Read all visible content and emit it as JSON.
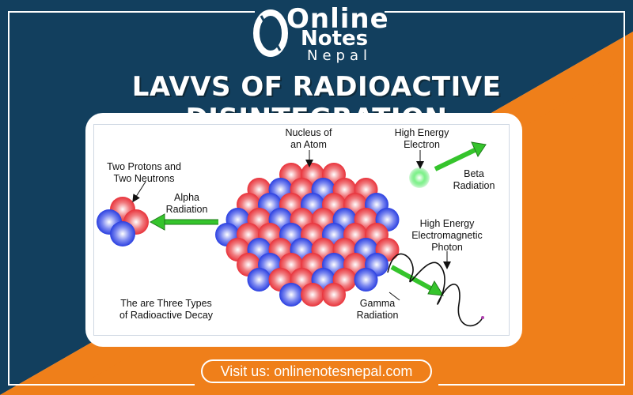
{
  "brand": {
    "logo_line1": "Online",
    "logo_line2": "Notes",
    "logo_line3": "Nepal",
    "colors": {
      "navy": "#123f5e",
      "orange": "#ef7f1a",
      "white": "#ffffff"
    }
  },
  "title": "LAVVS OF RADIOACTIVE DISINTEGRATION",
  "diagram": {
    "labels": {
      "two_protons": "Two Protons and\nTwo Neutrons",
      "alpha": "Alpha\nRadiation",
      "nucleus": "Nucleus of\nan Atom",
      "high_energy_electron": "High Energy\nElectron",
      "beta": "Beta\nRadiation",
      "high_energy_photon": "High Energy\nElectromagnetic\nPhoton",
      "gamma": "Gamma\nRadiation",
      "three_types": "The are Three Types\nof Radioactive Decay"
    },
    "colors": {
      "proton": "#e8323a",
      "neutron": "#2a3fe0",
      "arrow": "#35c42c",
      "electron": "#34e04a"
    }
  },
  "footer": {
    "visit": "Visit us: onlinenotesnepal.com"
  }
}
